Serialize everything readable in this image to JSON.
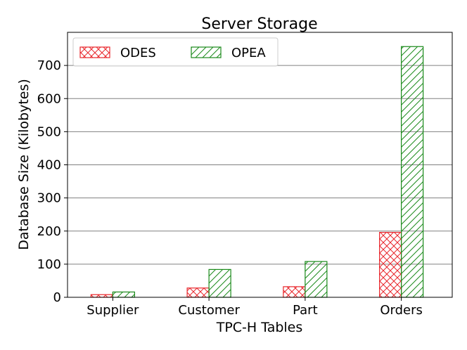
{
  "chart_data": {
    "type": "bar",
    "title": "Server Storage",
    "xlabel": "TPC-H Tables",
    "ylabel": "Database Size (Kilobytes)",
    "categories": [
      "Supplier",
      "Customer",
      "Part",
      "Orders"
    ],
    "series": [
      {
        "name": "ODES",
        "values": [
          8,
          28,
          32,
          196
        ],
        "color": "#e8262b",
        "hatch": "crosshatch"
      },
      {
        "name": "OPEA",
        "values": [
          16,
          84,
          108,
          757
        ],
        "color": "#1a8a1a",
        "hatch": "diagonal"
      }
    ],
    "ylim": [
      0,
      800
    ],
    "yticks": [
      0,
      100,
      200,
      300,
      400,
      500,
      600,
      700
    ],
    "grid": "horizontal",
    "legend": {
      "placement": "top-left",
      "columns": 2
    }
  }
}
